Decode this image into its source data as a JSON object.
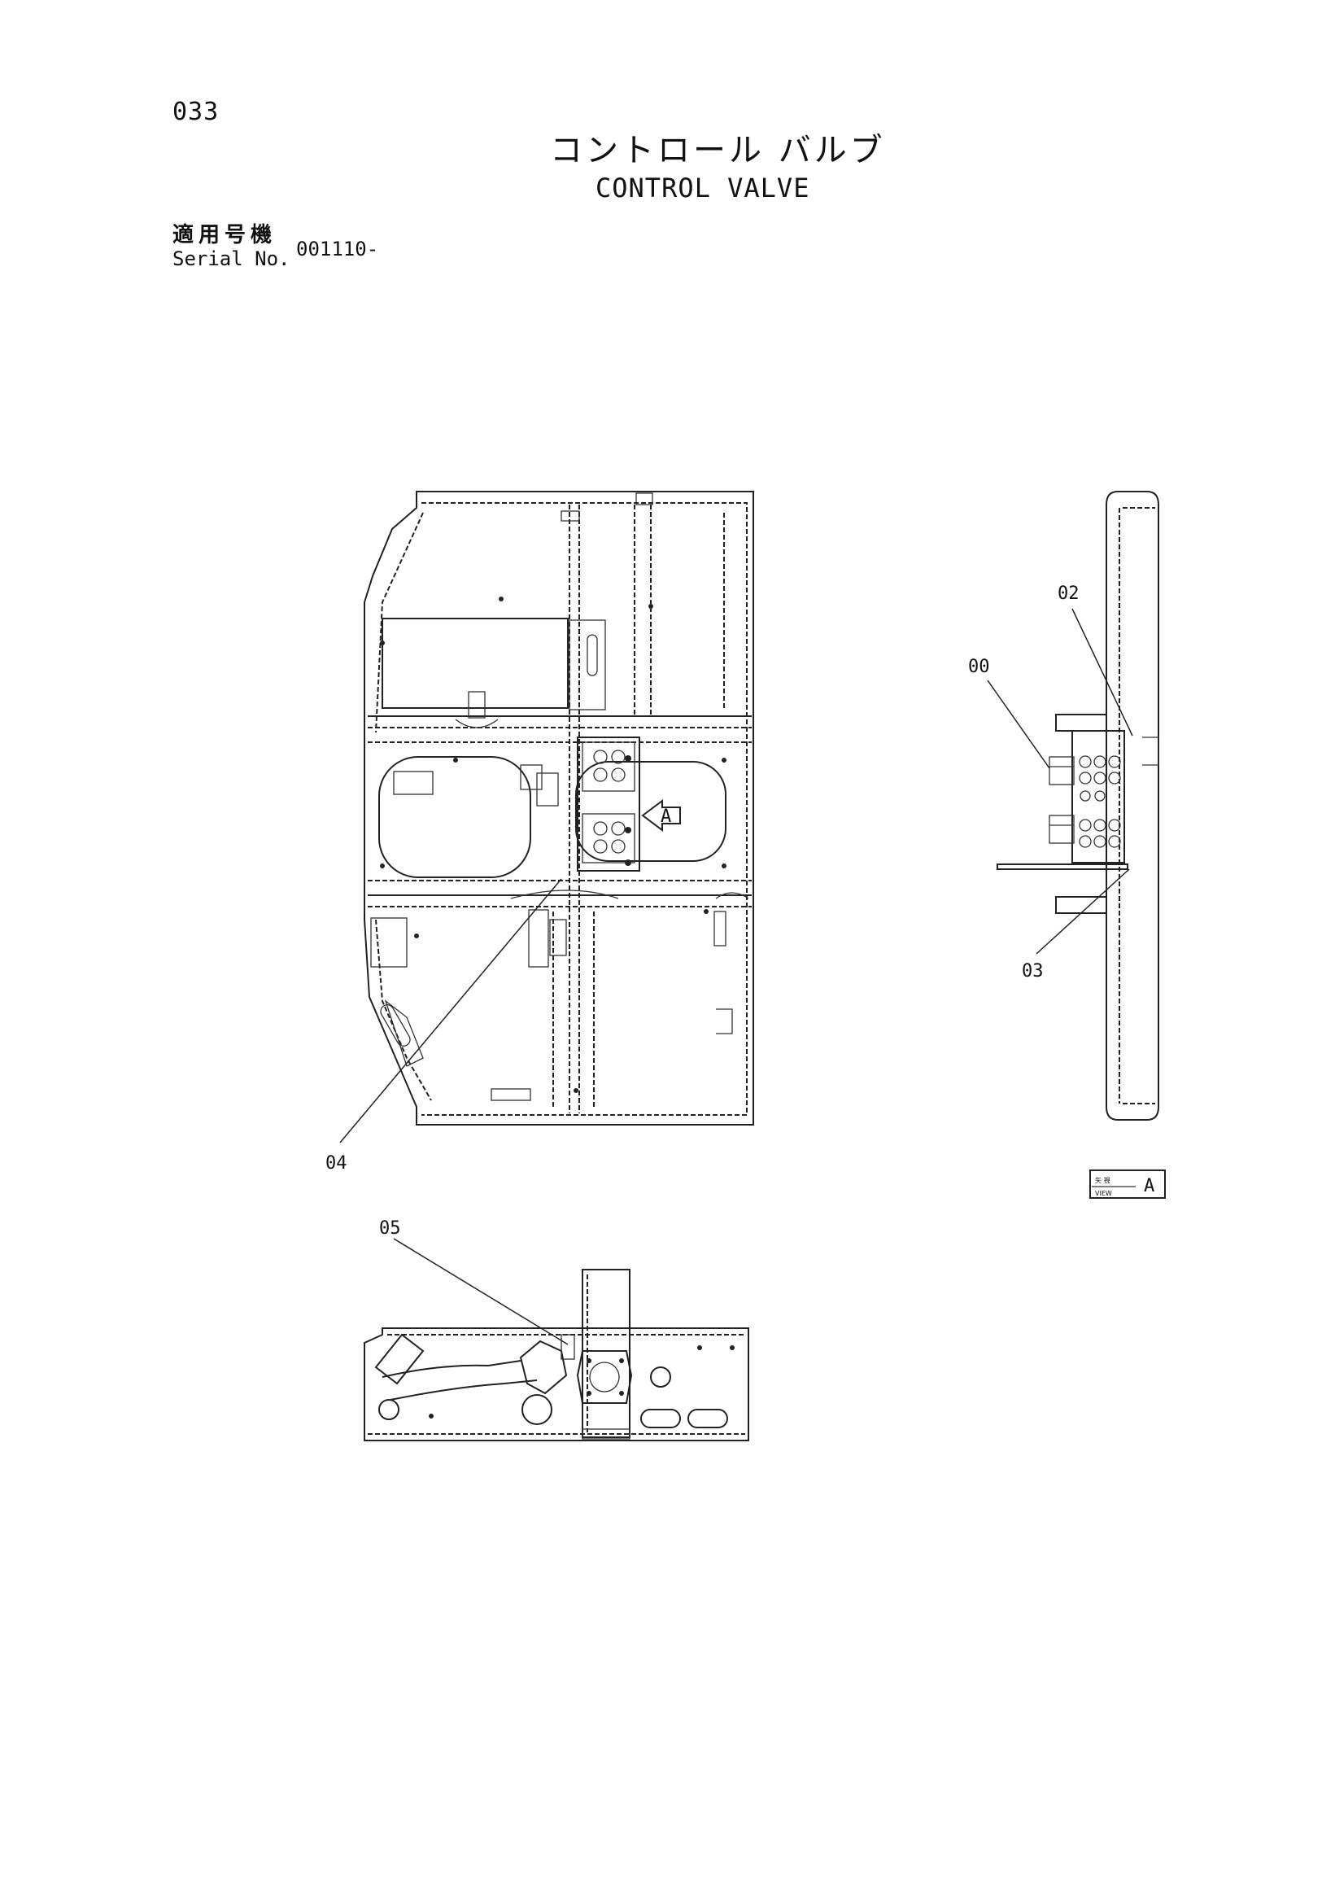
{
  "header": {
    "page_number": "033",
    "title_jp": "コントロール バルブ",
    "title_en": "CONTROL VALVE",
    "serial_label_jp": "適用号機",
    "serial_label_en": "Serial No.",
    "serial_value": "001110-"
  },
  "callouts": {
    "c00": "00",
    "c02": "02",
    "c03": "03",
    "c04": "04",
    "c05": "05"
  },
  "view_marker": {
    "jp": "矢 視",
    "en": "VIEW",
    "letter": "A"
  },
  "arrow_label": "A"
}
